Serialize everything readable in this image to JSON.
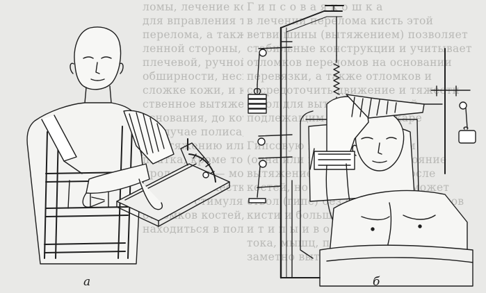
{
  "figure": {
    "caption_a": "а",
    "caption_b": "б"
  },
  "background_text": {
    "left_column": [
      "ломы, лечение которых сложно",
      "для вправления таза и длины",
      "перелома, а также плечевой кости,",
      "ленной стороны, с изоляцией",
      "плечевой, ручной и перевязочной,",
      "обширности, несмотря на ратозных",
      "сложке кожи, и котла дважды",
      "ственное вытяжение позволяет",
      "основания, до которых был лечен",
      "(в случае полиса, плечевого (к",
      "к вытяжению или положению в",
      "платка, кроме того, лечение и",
      "продолжим — можно использовать",
      "кровать из жесткого сидения)",
      "ованная стимуляция при переломе",
      "отломков костей, ходьбой и",
      "находиться в положении (Шина"
    ],
    "right_column": [
      "Г и п с о в а я  к о ш к а",
      "в лечении перелома кисть этой",
      "ветви шины (вытяжением) позволяет",
      "стабильные конструкции и учитывает",
      "отломков переломов на основании",
      "перевязки, а также отломков и",
      "сосредоточить движение и тяжести",
      "ствол для вытяжения костей,",
      "подлежащим опоре при жаре",
      "",
      "Гипсовую повязку ни в коем",
      "(одна или на большое расстояние",
      "вытяжение производится после",
      "костей, но в гипсе пациент может",
      "ствол (гипс) без смещения отломков",
      "кисти и большого сегмента",
      "и т и п ы  и  в  о з м о ж н о с т и",
      "тока, мышц, прочих, и физические",
      "заметно вытяжения, а также к блоку"
    ]
  }
}
